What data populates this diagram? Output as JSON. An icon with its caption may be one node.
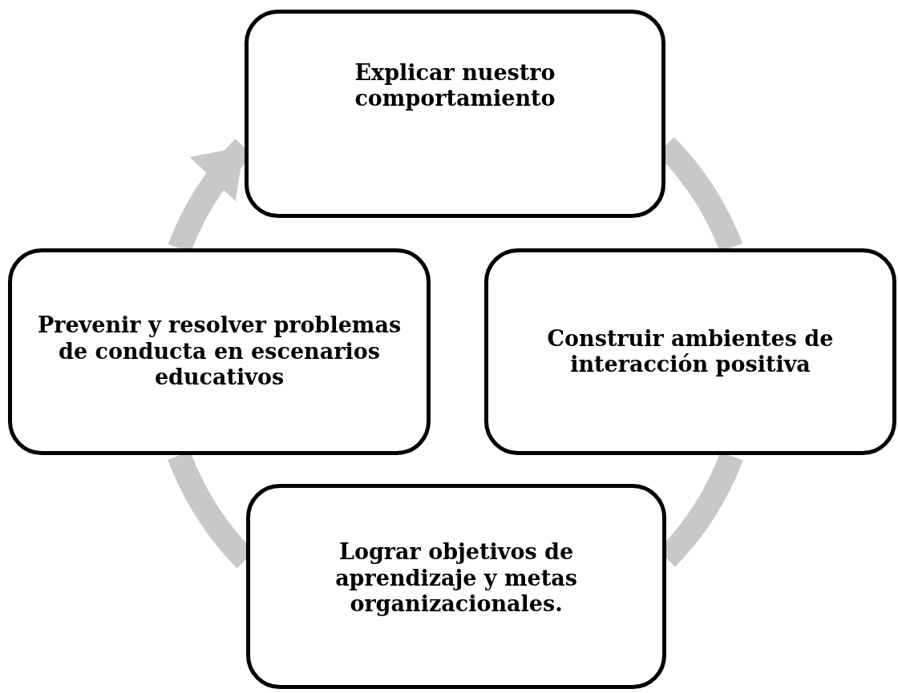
{
  "diagram": {
    "nodes": [
      {
        "text": [
          "Explicar nuestro comportamiento"
        ]
      },
      {
        "text": [
          "Prevenir y resolver problemas de conducta en escenarios educativos"
        ]
      },
      {
        "text": [
          "Construir ambientes de interacción positiva"
        ]
      },
      {
        "text": [
          "Lograr objetivos de aprendizaje y metas organizacionales."
        ]
      }
    ],
    "edges": [
      {
        "from": 0,
        "to": 2,
        "arrow": "none"
      },
      {
        "from": 2,
        "to": 3,
        "arrow": "none"
      },
      {
        "from": 3,
        "to": 1,
        "arrow": "none"
      },
      {
        "from": 1,
        "to": 0,
        "arrow": "to"
      }
    ]
  }
}
